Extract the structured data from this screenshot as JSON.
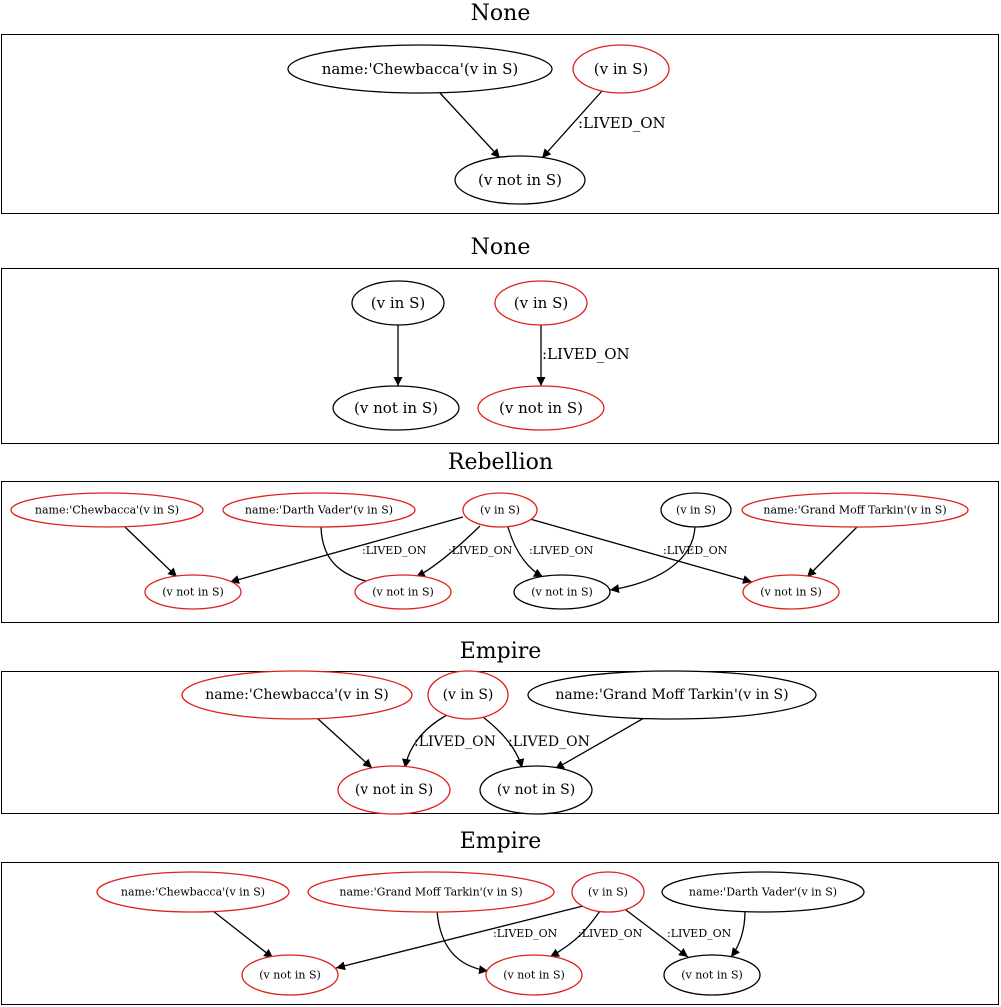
{
  "colors": {
    "black": "#000000",
    "red": "#e0201a",
    "bg": "#ffffff"
  },
  "panels": [
    {
      "title": "None",
      "nodes": [
        {
          "id": "n1",
          "label": "name:'Chewbacca'(v in S)",
          "color": "black"
        },
        {
          "id": "n2",
          "label": "(v in S)",
          "color": "red"
        },
        {
          "id": "n3",
          "label": "(v not in S)",
          "color": "black"
        }
      ],
      "edges": [
        {
          "from": "n1",
          "to": "n3",
          "label": ""
        },
        {
          "from": "n2",
          "to": "n3",
          "label": ":LIVED_ON"
        }
      ]
    },
    {
      "title": "None",
      "nodes": [
        {
          "id": "n1",
          "label": "(v in S)",
          "color": "black"
        },
        {
          "id": "n2",
          "label": "(v in S)",
          "color": "red"
        },
        {
          "id": "n3",
          "label": "(v not in S)",
          "color": "black"
        },
        {
          "id": "n4",
          "label": "(v not in S)",
          "color": "red"
        }
      ],
      "edges": [
        {
          "from": "n1",
          "to": "n3",
          "label": ""
        },
        {
          "from": "n2",
          "to": "n4",
          "label": ":LIVED_ON"
        }
      ]
    },
    {
      "title": "Rebellion",
      "nodes": [
        {
          "id": "n1",
          "label": "name:'Chewbacca'(v in S)",
          "color": "red"
        },
        {
          "id": "n2",
          "label": "name:'Darth Vader'(v in S)",
          "color": "red"
        },
        {
          "id": "n3",
          "label": "(v in S)",
          "color": "red"
        },
        {
          "id": "n4",
          "label": "(v in S)",
          "color": "black"
        },
        {
          "id": "n5",
          "label": "name:'Grand Moff Tarkin'(v in S)",
          "color": "red"
        },
        {
          "id": "n6",
          "label": "(v not in S)",
          "color": "red"
        },
        {
          "id": "n7",
          "label": "(v not in S)",
          "color": "red"
        },
        {
          "id": "n8",
          "label": "(v not in S)",
          "color": "black"
        },
        {
          "id": "n9",
          "label": "(v not in S)",
          "color": "red"
        }
      ],
      "edges": [
        {
          "from": "n1",
          "to": "n6",
          "label": ""
        },
        {
          "from": "n2",
          "to": "n7",
          "label": ""
        },
        {
          "from": "n3",
          "to": "n6",
          "label": ":LIVED_ON"
        },
        {
          "from": "n3",
          "to": "n7",
          "label": ":LIVED_ON"
        },
        {
          "from": "n3",
          "to": "n8",
          "label": ":LIVED_ON"
        },
        {
          "from": "n3",
          "to": "n9",
          "label": ":LIVED_ON"
        },
        {
          "from": "n4",
          "to": "n8",
          "label": ""
        },
        {
          "from": "n5",
          "to": "n9",
          "label": ""
        }
      ]
    },
    {
      "title": "Empire",
      "nodes": [
        {
          "id": "n1",
          "label": "name:'Chewbacca'(v in S)",
          "color": "red"
        },
        {
          "id": "n2",
          "label": "(v in S)",
          "color": "red"
        },
        {
          "id": "n3",
          "label": "name:'Grand Moff Tarkin'(v in S)",
          "color": "black"
        },
        {
          "id": "n4",
          "label": "(v not in S)",
          "color": "red"
        },
        {
          "id": "n5",
          "label": "(v not in S)",
          "color": "black"
        }
      ],
      "edges": [
        {
          "from": "n1",
          "to": "n4",
          "label": ""
        },
        {
          "from": "n2",
          "to": "n4",
          "label": ":LIVED_ON"
        },
        {
          "from": "n2",
          "to": "n5",
          "label": ":LIVED_ON"
        },
        {
          "from": "n3",
          "to": "n5",
          "label": ""
        }
      ]
    },
    {
      "title": "Empire",
      "nodes": [
        {
          "id": "n1",
          "label": "name:'Chewbacca'(v in S)",
          "color": "red"
        },
        {
          "id": "n2",
          "label": "name:'Grand Moff Tarkin'(v in S)",
          "color": "red"
        },
        {
          "id": "n3",
          "label": "(v in S)",
          "color": "red"
        },
        {
          "id": "n4",
          "label": "name:'Darth Vader'(v in S)",
          "color": "black"
        },
        {
          "id": "n5",
          "label": "(v not in S)",
          "color": "red"
        },
        {
          "id": "n6",
          "label": "(v not in S)",
          "color": "red"
        },
        {
          "id": "n7",
          "label": "(v not in S)",
          "color": "black"
        }
      ],
      "edges": [
        {
          "from": "n1",
          "to": "n5",
          "label": ""
        },
        {
          "from": "n2",
          "to": "n6",
          "label": ""
        },
        {
          "from": "n3",
          "to": "n5",
          "label": ":LIVED_ON"
        },
        {
          "from": "n3",
          "to": "n6",
          "label": ":LIVED_ON"
        },
        {
          "from": "n3",
          "to": "n7",
          "label": ":LIVED_ON"
        },
        {
          "from": "n4",
          "to": "n7",
          "label": ""
        }
      ]
    }
  ]
}
